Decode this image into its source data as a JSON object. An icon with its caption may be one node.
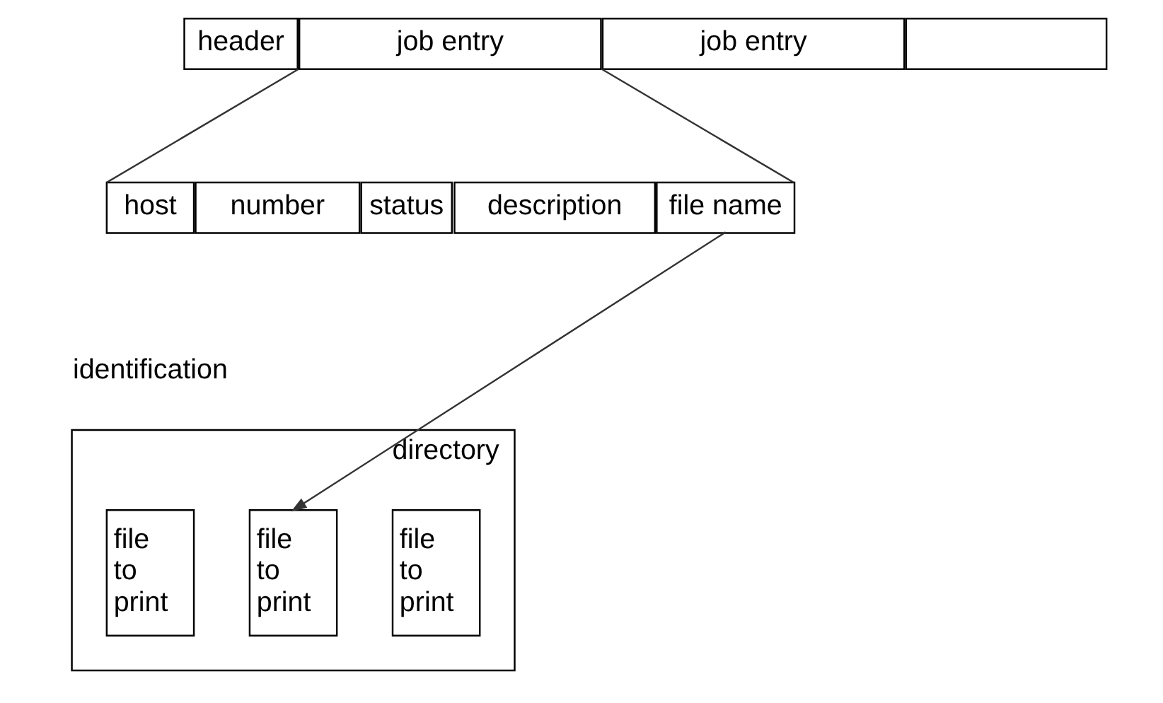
{
  "diagram": {
    "nodes": [
      {
        "text": [
          "header"
        ]
      },
      {
        "text": [
          "job entry"
        ]
      },
      {
        "text": [
          "job entry"
        ]
      },
      {
        "text": [],
        "shape": "box"
      },
      {
        "text": [
          "host"
        ]
      },
      {
        "text": [
          "number"
        ]
      },
      {
        "text": [
          "status"
        ]
      },
      {
        "text": [
          "description"
        ]
      },
      {
        "text": [
          "file name"
        ]
      },
      {
        "text": [
          "directory"
        ]
      },
      {
        "text": [
          "file to print"
        ],
        "in": 9
      },
      {
        "text": [
          "file to print"
        ],
        "in": 9
      },
      {
        "text": [
          "file to print"
        ],
        "in": 9
      }
    ],
    "edges": [
      {
        "from": 1,
        "to": 4,
        "arrow": "none"
      },
      {
        "from": 1,
        "to": 8,
        "arrow": "none"
      },
      {
        "from": 8,
        "to": 11,
        "arrow": "to"
      }
    ],
    "labels": [
      "identification"
    ]
  }
}
